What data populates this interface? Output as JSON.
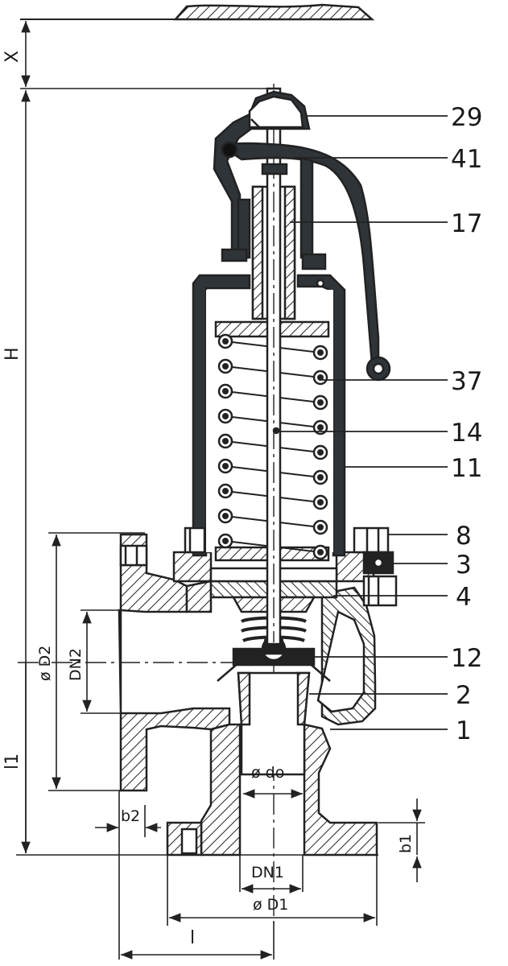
{
  "callouts": [
    "29",
    "41",
    "17",
    "37",
    "14",
    "11",
    "8",
    "3",
    "4",
    "12",
    "2",
    "1"
  ],
  "dimensions": {
    "x": "X",
    "h": "H",
    "d2": "ø D2",
    "dn2": "DN2",
    "l1": "l1",
    "b2": "b2",
    "do": "ø do",
    "b1": "b1",
    "dn1": "DN1",
    "d1": "ø D1",
    "l": "l"
  }
}
